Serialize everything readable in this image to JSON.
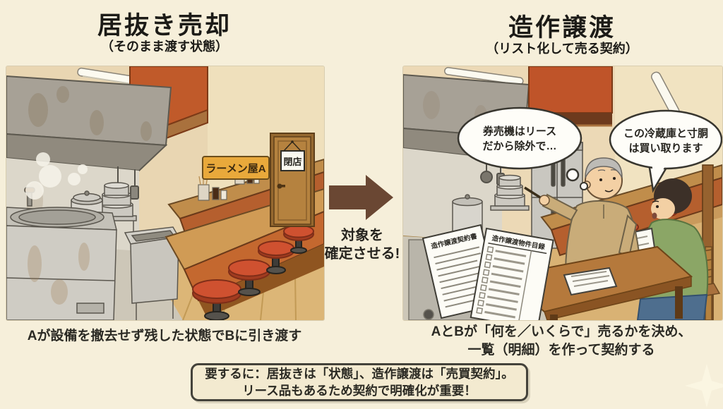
{
  "header": {
    "left_title": "居抜き売却",
    "left_subtitle": "（そのまま渡す状態）",
    "right_title": "造作譲渡",
    "right_subtitle": "（リスト化して売る契約）"
  },
  "middle": {
    "arrow_label_line1": "対象を",
    "arrow_label_line2": "確定させる!"
  },
  "left_panel": {
    "shop_sign": "ラーメン屋A",
    "door_sign": "閉店",
    "caption": "Aが設備を撤去せず残した状態でBに引き渡す"
  },
  "right_panel": {
    "thought_bubble_line1": "券売機はリース",
    "thought_bubble_line2": "だから除外で…",
    "speech_bubble_line1": "この冷蔵庫と寸胴",
    "speech_bubble_line2": "は買い取ります",
    "contract_doc_title": "造作譲渡契約書",
    "inventory_doc_title": "造作譲渡物件目録",
    "caption_line1": "AとBが「何を／いくらで」売るかを決め、",
    "caption_line2": "一覧（明細）を作って契約する"
  },
  "summary": {
    "line1": "要するに：居抜きは「状態」、造作譲渡は「売買契約」。",
    "line2": "リース品もあるため契約で明確化が重要！"
  },
  "colors": {
    "page_bg": "#f6efda",
    "arrow_brown": "#6a4733",
    "sign_yellow": "#e9a93b",
    "stool_red": "#cf5130",
    "counter_orange": "#c4682f",
    "hood_orange": "#bf5429",
    "summary_border": "#44423a",
    "text_dark": "#26241f"
  }
}
